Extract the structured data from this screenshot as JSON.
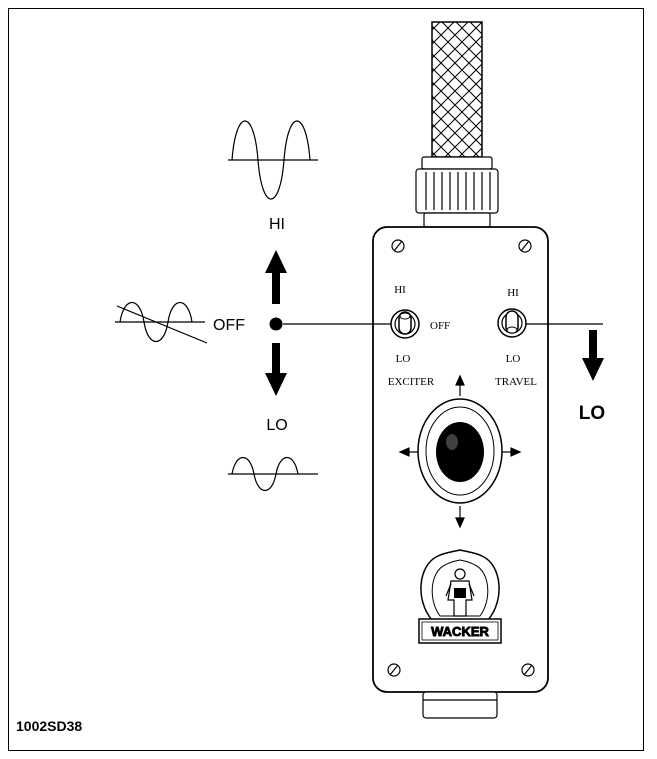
{
  "labels": {
    "exciter_hi": "HI",
    "exciter_off": "OFF",
    "exciter_lo": "LO",
    "exciter_name": "EXCITER",
    "travel_hi": "HI",
    "travel_lo": "LO",
    "travel_name": "TRAVEL",
    "left_hi": "HI",
    "left_off": "OFF",
    "left_lo": "LO",
    "right_lo": "LO",
    "brand": "WACKER",
    "figure_id": "1002SD38"
  },
  "icons": {
    "wave_hi": "sine-wave-large-icon",
    "wave_off": "sine-wave-crossed-icon",
    "wave_lo": "sine-wave-small-icon",
    "arrow_up": "arrow-up-icon",
    "arrow_down": "arrow-down-icon",
    "knob": "joystick-knob-icon",
    "logo": "wacker-logo-icon"
  },
  "colors": {
    "ink": "#000000",
    "background": "#ffffff"
  }
}
